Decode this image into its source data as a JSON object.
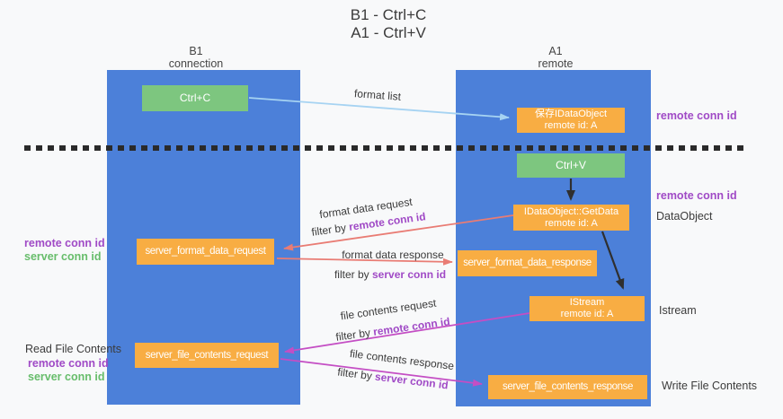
{
  "title": {
    "line1": "B1 - Ctrl+C",
    "line2": "A1 - Ctrl+V"
  },
  "columns": {
    "left": {
      "name": "B1",
      "role": "connection"
    },
    "right": {
      "name": "A1",
      "role": "remote"
    }
  },
  "nodes": {
    "ctrl_c": {
      "label": "Ctrl+C"
    },
    "ctrl_v": {
      "label": "Ctrl+V"
    },
    "save_dataobject": {
      "line1": "保存IDataObject",
      "line2": "remote id: A"
    },
    "getdata": {
      "line1": "IDataObject::GetData",
      "line2": "remote id: A"
    },
    "istream": {
      "line1": "IStream",
      "line2": "remote id: A"
    },
    "format_request": {
      "label": "server_format_data_request"
    },
    "format_response": {
      "label": "server_format_data_response"
    },
    "file_request": {
      "label": "server_file_contents_request"
    },
    "file_response": {
      "label": "server_file_contents_response"
    }
  },
  "arrow_labels": {
    "format_list": "format list",
    "format_data_request": "format data request",
    "format_data_response": "format data response",
    "file_contents_request": "file contents request",
    "file_contents_response": "file contents response",
    "filter_by": "filter by",
    "remote_conn_id": "remote conn id",
    "server_conn_id": "server conn id"
  },
  "side_labels": {
    "remote_conn_id_top": "remote conn id",
    "remote_conn_id_mid": "remote conn id",
    "dataobject": "DataObject",
    "istream": "Istream",
    "read_file_contents": "Read File Contents",
    "write_file_contents": "Write File Contents",
    "left_mid_remote": "remote conn id",
    "left_mid_server": "server conn id",
    "left_bottom_remote": "remote conn id",
    "left_bottom_server": "server conn id"
  },
  "colors": {
    "background": "#f8f9fa",
    "column_blue": "#4c80d9",
    "node_orange": "#f8ad43",
    "node_green": "#7dc67f",
    "purple_text": "#a04ac6",
    "green_text": "#67bd6b",
    "arrow_red": "#e97c74",
    "arrow_magenta": "#c44ec4",
    "arrow_light_blue": "#a6d3f2",
    "arrow_black": "#2f2f2f",
    "dash_line": "#2a2a2a"
  }
}
